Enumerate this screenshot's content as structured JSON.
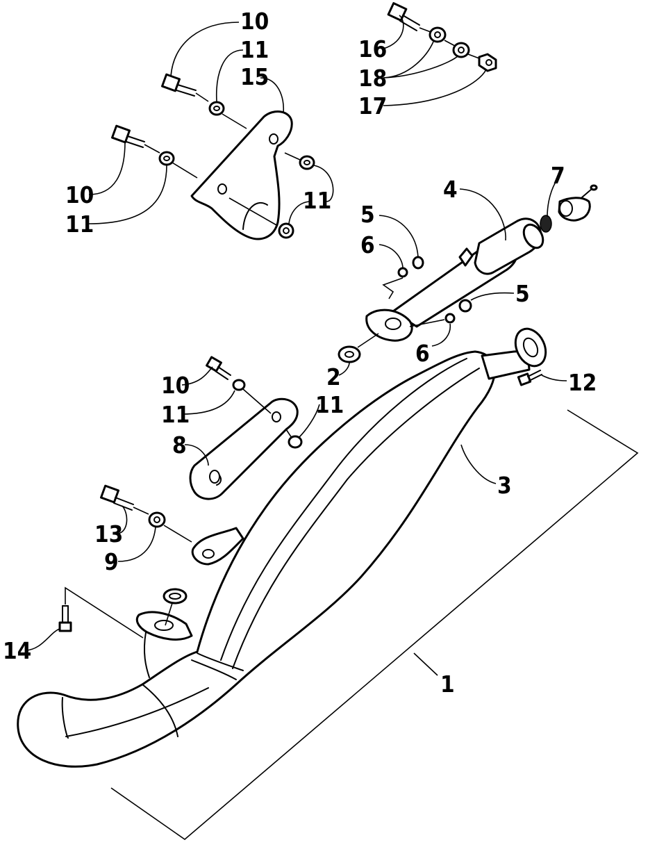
{
  "diagram": {
    "callouts": [
      {
        "id": "c10a",
        "text": "10"
      },
      {
        "id": "c11a",
        "text": "11"
      },
      {
        "id": "c15",
        "text": "15"
      },
      {
        "id": "c10b",
        "text": "10"
      },
      {
        "id": "c11b",
        "text": "11"
      },
      {
        "id": "c11c",
        "text": "11"
      },
      {
        "id": "c16",
        "text": "16"
      },
      {
        "id": "c18",
        "text": "18"
      },
      {
        "id": "c17",
        "text": "17"
      },
      {
        "id": "c4",
        "text": "4"
      },
      {
        "id": "c7",
        "text": "7"
      },
      {
        "id": "c5a",
        "text": "5"
      },
      {
        "id": "c6a",
        "text": "6"
      },
      {
        "id": "c5b",
        "text": "5"
      },
      {
        "id": "c6b",
        "text": "6"
      },
      {
        "id": "c2",
        "text": "2"
      },
      {
        "id": "c12",
        "text": "12"
      },
      {
        "id": "c10c",
        "text": "10"
      },
      {
        "id": "c11d",
        "text": "11"
      },
      {
        "id": "c11e",
        "text": "11"
      },
      {
        "id": "c8",
        "text": "8"
      },
      {
        "id": "c3",
        "text": "3"
      },
      {
        "id": "c13",
        "text": "13"
      },
      {
        "id": "c9",
        "text": "9"
      },
      {
        "id": "c14",
        "text": "14"
      },
      {
        "id": "c1",
        "text": "1"
      }
    ]
  }
}
